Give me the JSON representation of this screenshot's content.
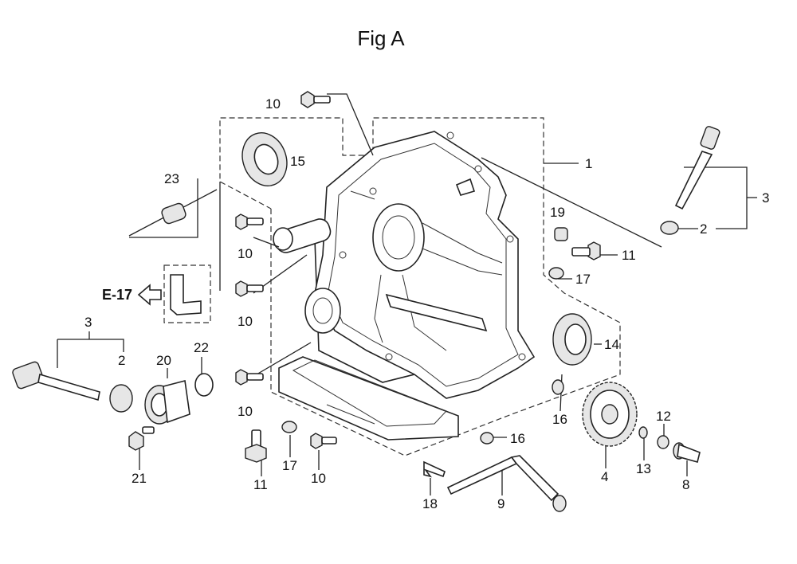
{
  "title": "Fig A",
  "reference": {
    "label": "E-17"
  },
  "callouts": [
    {
      "id": "c-1",
      "text": "1"
    },
    {
      "id": "c-2a",
      "text": "2"
    },
    {
      "id": "c-2b",
      "text": "2"
    },
    {
      "id": "c-3a",
      "text": "3"
    },
    {
      "id": "c-3b",
      "text": "3"
    },
    {
      "id": "c-4",
      "text": "4"
    },
    {
      "id": "c-8",
      "text": "8"
    },
    {
      "id": "c-9",
      "text": "9"
    },
    {
      "id": "c-10a",
      "text": "10"
    },
    {
      "id": "c-10b",
      "text": "10"
    },
    {
      "id": "c-10c",
      "text": "10"
    },
    {
      "id": "c-10d",
      "text": "10"
    },
    {
      "id": "c-10e",
      "text": "10"
    },
    {
      "id": "c-11a",
      "text": "11"
    },
    {
      "id": "c-11b",
      "text": "11"
    },
    {
      "id": "c-12",
      "text": "12"
    },
    {
      "id": "c-13",
      "text": "13"
    },
    {
      "id": "c-14",
      "text": "14"
    },
    {
      "id": "c-15",
      "text": "15"
    },
    {
      "id": "c-16a",
      "text": "16"
    },
    {
      "id": "c-16b",
      "text": "16"
    },
    {
      "id": "c-17a",
      "text": "17"
    },
    {
      "id": "c-17b",
      "text": "17"
    },
    {
      "id": "c-18",
      "text": "18"
    },
    {
      "id": "c-19",
      "text": "19"
    },
    {
      "id": "c-20",
      "text": "20"
    },
    {
      "id": "c-21",
      "text": "21"
    },
    {
      "id": "c-22",
      "text": "22"
    },
    {
      "id": "c-23",
      "text": "23"
    }
  ]
}
